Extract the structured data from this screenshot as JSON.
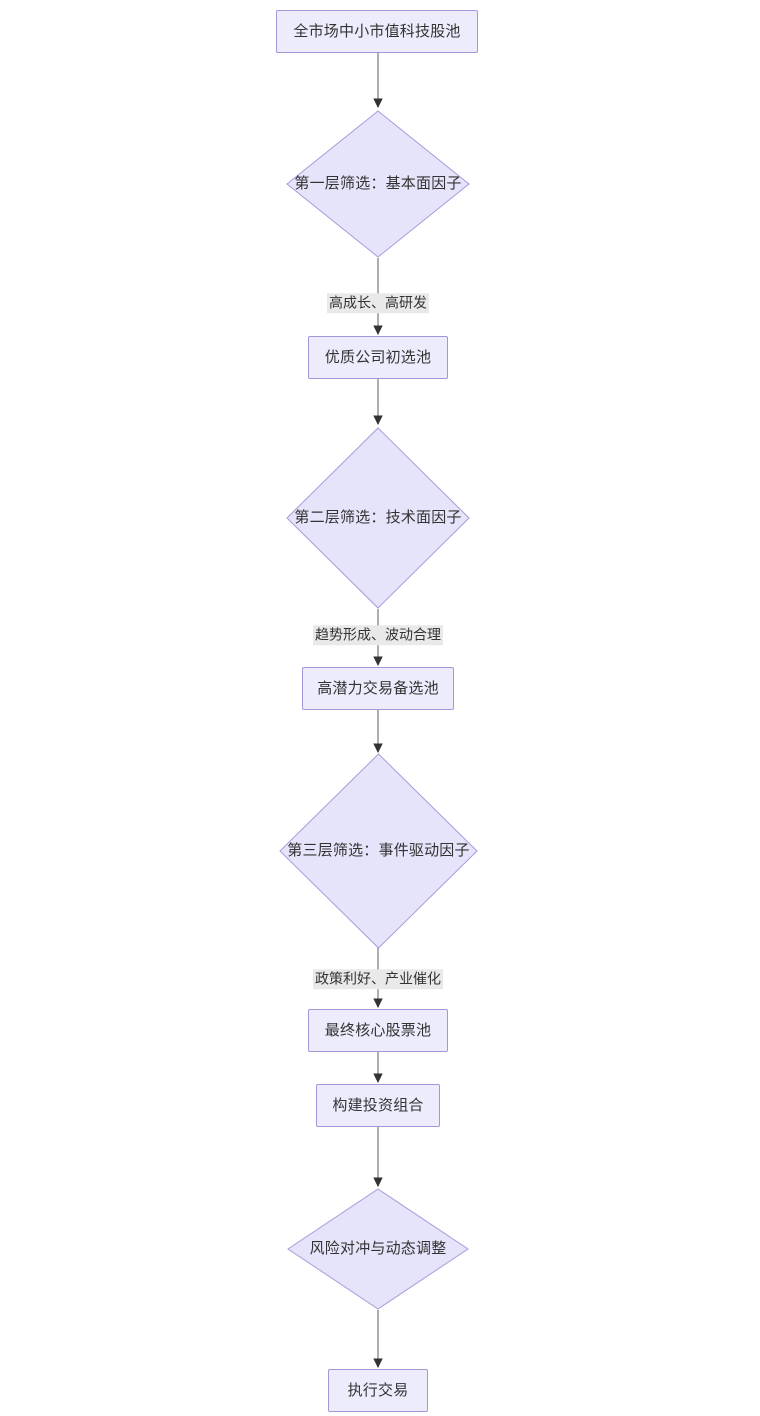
{
  "diagram": {
    "type": "flowchart",
    "direction": "top-to-bottom",
    "title": "",
    "colors": {
      "node_fill": "#ececfc",
      "node_border": "#a397da",
      "diamond_fill": "#e6e4fa",
      "diamond_border": "#a79bdb",
      "edge_line": "#999999",
      "arrow_head": "#333333",
      "text": "#333333",
      "edge_label_bg": "#e9e9e9",
      "background": "#ffffff"
    },
    "nodes": [
      {
        "id": "n1",
        "shape": "rect",
        "label": "全市场中小市值科技股池"
      },
      {
        "id": "n2",
        "shape": "diamond",
        "label": "第一层筛选：基本面因子"
      },
      {
        "id": "n3",
        "shape": "rect",
        "label": "优质公司初选池"
      },
      {
        "id": "n4",
        "shape": "diamond",
        "label": "第二层筛选：技术面因子"
      },
      {
        "id": "n5",
        "shape": "rect",
        "label": "高潜力交易备选池"
      },
      {
        "id": "n6",
        "shape": "diamond",
        "label": "第三层筛选：事件驱动因子"
      },
      {
        "id": "n7",
        "shape": "rect",
        "label": "最终核心股票池"
      },
      {
        "id": "n8",
        "shape": "rect",
        "label": "构建投资组合"
      },
      {
        "id": "n9",
        "shape": "diamond",
        "label": "风险对冲与动态调整"
      },
      {
        "id": "n10",
        "shape": "rect",
        "label": "执行交易"
      }
    ],
    "edges": [
      {
        "from": "n1",
        "to": "n2",
        "label": ""
      },
      {
        "from": "n2",
        "to": "n3",
        "label": "高成长、高研发"
      },
      {
        "from": "n3",
        "to": "n4",
        "label": ""
      },
      {
        "from": "n4",
        "to": "n5",
        "label": "趋势形成、波动合理"
      },
      {
        "from": "n5",
        "to": "n6",
        "label": ""
      },
      {
        "from": "n6",
        "to": "n7",
        "label": "政策利好、产业催化"
      },
      {
        "from": "n7",
        "to": "n8",
        "label": ""
      },
      {
        "from": "n8",
        "to": "n9",
        "label": ""
      },
      {
        "from": "n9",
        "to": "n10",
        "label": ""
      }
    ]
  }
}
